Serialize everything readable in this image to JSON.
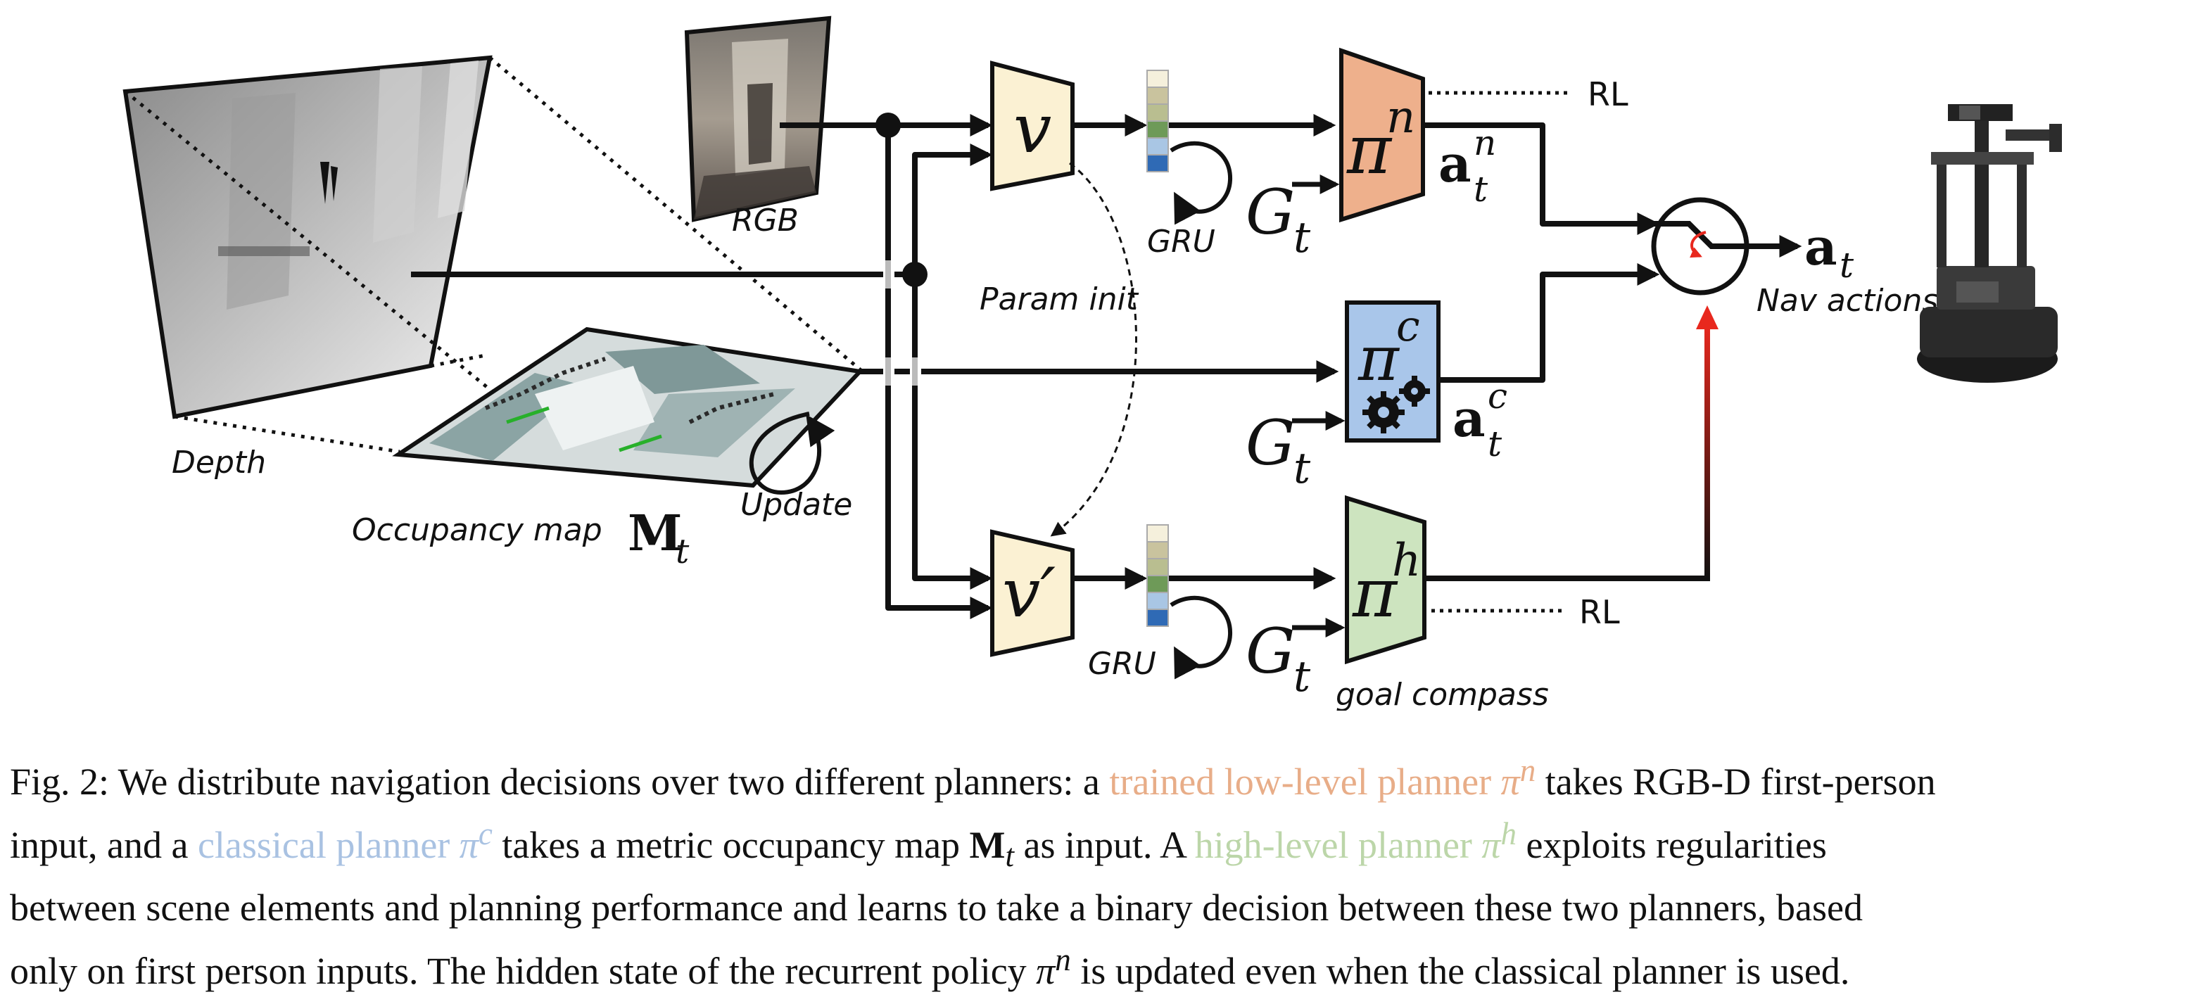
{
  "figure": {
    "labels": {
      "rgb": "RGB",
      "depth": "Depth",
      "occupancy_map": "Occupancy map",
      "occupancy_symbol": "M",
      "occupancy_sub": "t",
      "update": "Update",
      "gru_top": "GRU",
      "gru_bottom": "GRU",
      "param_init": "Param init",
      "rl_top": "RL",
      "rl_bottom": "RL",
      "nav_actions": "Nav actions",
      "goal_compass": "goal compass",
      "encoder_v": "v",
      "encoder_v_prime": "v′",
      "pi": "π",
      "pi_n_sup": "n",
      "pi_c_sup": "c",
      "pi_h_sup": "h",
      "goal": "G",
      "goal_sub": "t",
      "a_bold": "a",
      "a_n_sup": "n",
      "a_c_sup": "c",
      "a_sub": "t"
    },
    "colors": {
      "pi_n": "#eeb08c",
      "pi_c": "#a9c6ea",
      "pi_h": "#cde4bf",
      "encoder": "#fbf1d3",
      "switch_arrow": "#e8281e",
      "gru_cells": [
        "#c9c39e",
        "#b9be90",
        "#6e9a58",
        "#a9c6e4",
        "#2f6ab5"
      ]
    }
  },
  "caption": {
    "line1_a": "Fig. 2: We distribute navigation decisions over two different planners: a ",
    "line1_b": "trained low-level planner ",
    "line1_c": "π",
    "line1_d": "n",
    "line1_e": " takes RGB-D first-person",
    "line2_a": "input, and a ",
    "line2_b": "classical planner ",
    "line2_c": "π",
    "line2_d": "c",
    "line2_e": " takes a metric occupancy map ",
    "line2_f": "M",
    "line2_g": "t",
    "line2_h": " as input. A ",
    "line2_i": "high-level planner ",
    "line2_j": "π",
    "line2_k": "h",
    "line2_l": " exploits regularities",
    "line3": "between scene elements and planning performance and learns to take a binary decision between these two planners, based",
    "line4_a": "only on first person inputs. The hidden state of the recurrent policy ",
    "line4_b": "π",
    "line4_c": "n",
    "line4_d": " is updated even when the classical planner is used."
  }
}
